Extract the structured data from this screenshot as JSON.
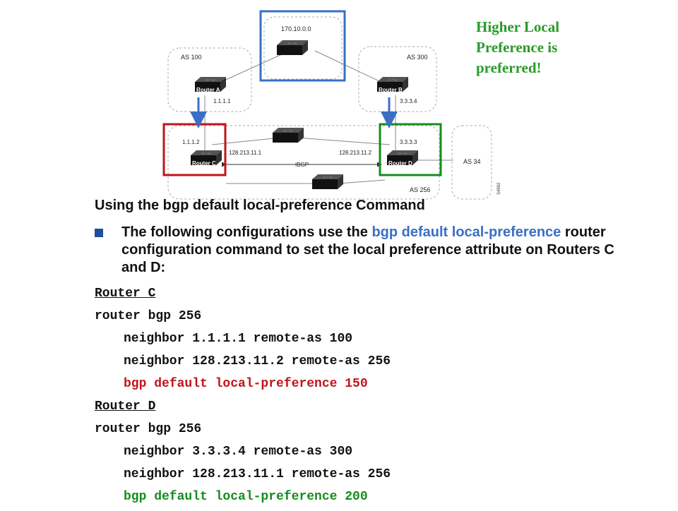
{
  "diagram": {
    "top_network": "170.10.0.0",
    "as_labels": {
      "as100": "AS 100",
      "as300": "AS 300",
      "as256": "AS 256",
      "as34": "AS 34"
    },
    "routers": {
      "a": {
        "label": "Router A",
        "ip": "1.1.1.1"
      },
      "b": {
        "label": "Router B",
        "ip": "3.3.3.4"
      },
      "c": {
        "label": "Router C",
        "ip": "1.1.1.2",
        "ibgp_ip": "128.213.11.1"
      },
      "d": {
        "label": "Router D",
        "ip": "3.3.3.3",
        "ibgp_ip": "128.213.11.2"
      }
    },
    "link_label": "IBGP",
    "figure_id": "S4592"
  },
  "note": [
    "Higher Local",
    "Preference is",
    "preferred!"
  ],
  "heading": "Using the bgp default local-preference Command",
  "bullet": {
    "pre": "The following configurations use the ",
    "cmd": "bgp default local-preference",
    "post": " router configuration command to set the local preference attribute on Routers C and D:"
  },
  "code": {
    "c_title": "Router C",
    "c_bgp": "router bgp 256",
    "c_n1": "neighbor 1.1.1.1 remote-as 100",
    "c_n2": "neighbor 128.213.11.2 remote-as 256",
    "c_pref": "bgp default local-preference 150",
    "d_title": "Router D",
    "d_bgp": "router bgp 256",
    "d_n1": "neighbor 3.3.3.4 remote-as 300",
    "d_n2": "neighbor 128.213.11.1 remote-as 256",
    "d_pref": "bgp default local-preference 200"
  },
  "colors": {
    "blue_box": "#3a6fc4",
    "red_box": "#c0141c",
    "green_box": "#168c1e",
    "note": "#2a9a2a"
  }
}
